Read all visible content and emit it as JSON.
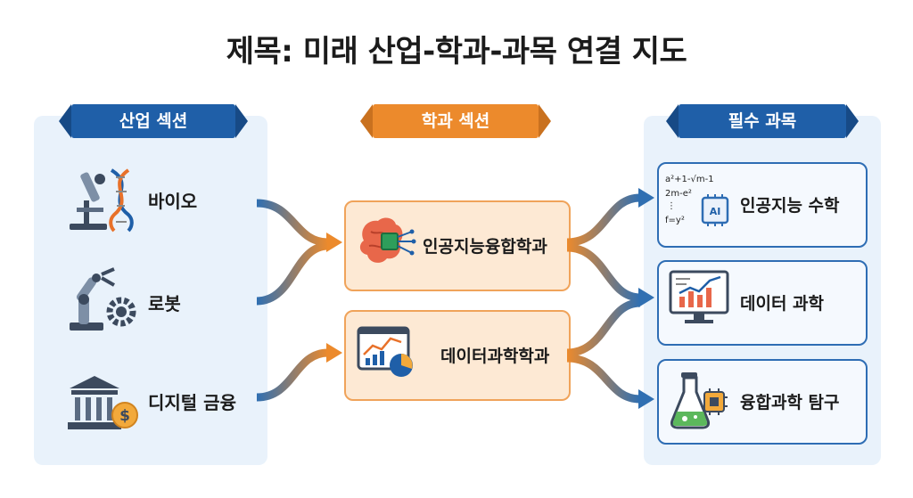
{
  "title": "제목: 미래 산업-학과-과목 연결 지도",
  "sections": {
    "industry": "산업 섹션",
    "department": "학과 섹션",
    "subject": "필수 과목"
  },
  "industries": [
    {
      "label": "바이오",
      "icon": "microscope-dna-icon"
    },
    {
      "label": "로봇",
      "icon": "robot-arm-gear-icon"
    },
    {
      "label": "디지털 금융",
      "icon": "bank-coin-icon"
    }
  ],
  "departments": [
    {
      "label": "인공지능융합학과",
      "icon": "brain-chip-icon"
    },
    {
      "label": "데이터과학학과",
      "icon": "dashboard-chart-icon"
    }
  ],
  "subjects": [
    {
      "label": "인공지능 수학",
      "icon": "math-formula-ai-chip-icon",
      "formula": [
        "a²+1-√m-1",
        "2m-e²",
        "⋮",
        "f=y²"
      ],
      "chip_text": "AI"
    },
    {
      "label": "데이터 과학",
      "icon": "monitor-chart-icon"
    },
    {
      "label": "융합과학 탐구",
      "icon": "flask-chip-icon"
    }
  ],
  "colors": {
    "blue": "#1f5fa8",
    "orange": "#ec8a2c",
    "panel": "#e9f2fb",
    "dept_fill": "#fde9d4"
  }
}
